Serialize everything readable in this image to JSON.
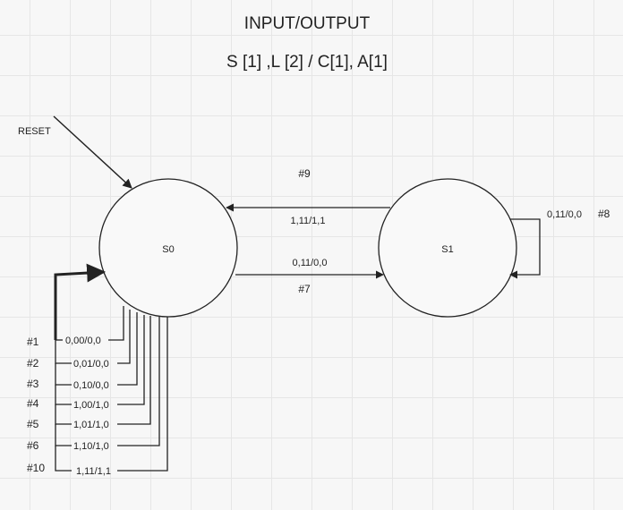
{
  "header": {
    "title": "INPUT/OUTPUT",
    "format": "S [1] ,L [2] / C[1], A[1]"
  },
  "reset_label": "RESET",
  "states": [
    {
      "id": "S0",
      "label": "S0"
    },
    {
      "id": "S1",
      "label": "S1"
    }
  ],
  "transitions": [
    {
      "num": "#1",
      "from": "S0",
      "to": "S0",
      "label": "0,00/0,0"
    },
    {
      "num": "#2",
      "from": "S0",
      "to": "S0",
      "label": "0,01/0,0"
    },
    {
      "num": "#3",
      "from": "S0",
      "to": "S0",
      "label": "0,10/0,0"
    },
    {
      "num": "#4",
      "from": "S0",
      "to": "S0",
      "label": "1,00/1,0"
    },
    {
      "num": "#5",
      "from": "S0",
      "to": "S0",
      "label": "1,01/1,0"
    },
    {
      "num": "#6",
      "from": "S0",
      "to": "S0",
      "label": "1,10/1,0"
    },
    {
      "num": "#10",
      "from": "S0",
      "to": "S0",
      "label": "1,11/1,1"
    },
    {
      "num": "#7",
      "from": "S0",
      "to": "S1",
      "label": "0,11/0,0"
    },
    {
      "num": "#8",
      "from": "S1",
      "to": "S1",
      "label": "0,11/0,0"
    },
    {
      "num": "#9",
      "from": "S1",
      "to": "S0",
      "label": "1,11/1,1"
    }
  ]
}
